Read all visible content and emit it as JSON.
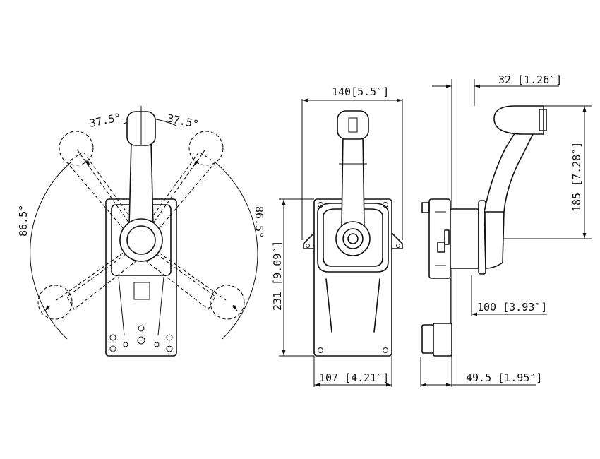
{
  "dimensions": {
    "angle_left": "37.5°",
    "angle_right": "37.5°",
    "travel_left": "86.5°",
    "travel_right": "86.5°",
    "width_top": "140[5.5″]",
    "height_left": "231 [9.09″]",
    "width_bottom": "107 [4.21″]",
    "offset_top": "32 [1.26″]",
    "height_right": "185 [7.28″]",
    "depth_mid": "100 [3.93″]",
    "depth_bottom": "49.5 [1.95″]"
  }
}
